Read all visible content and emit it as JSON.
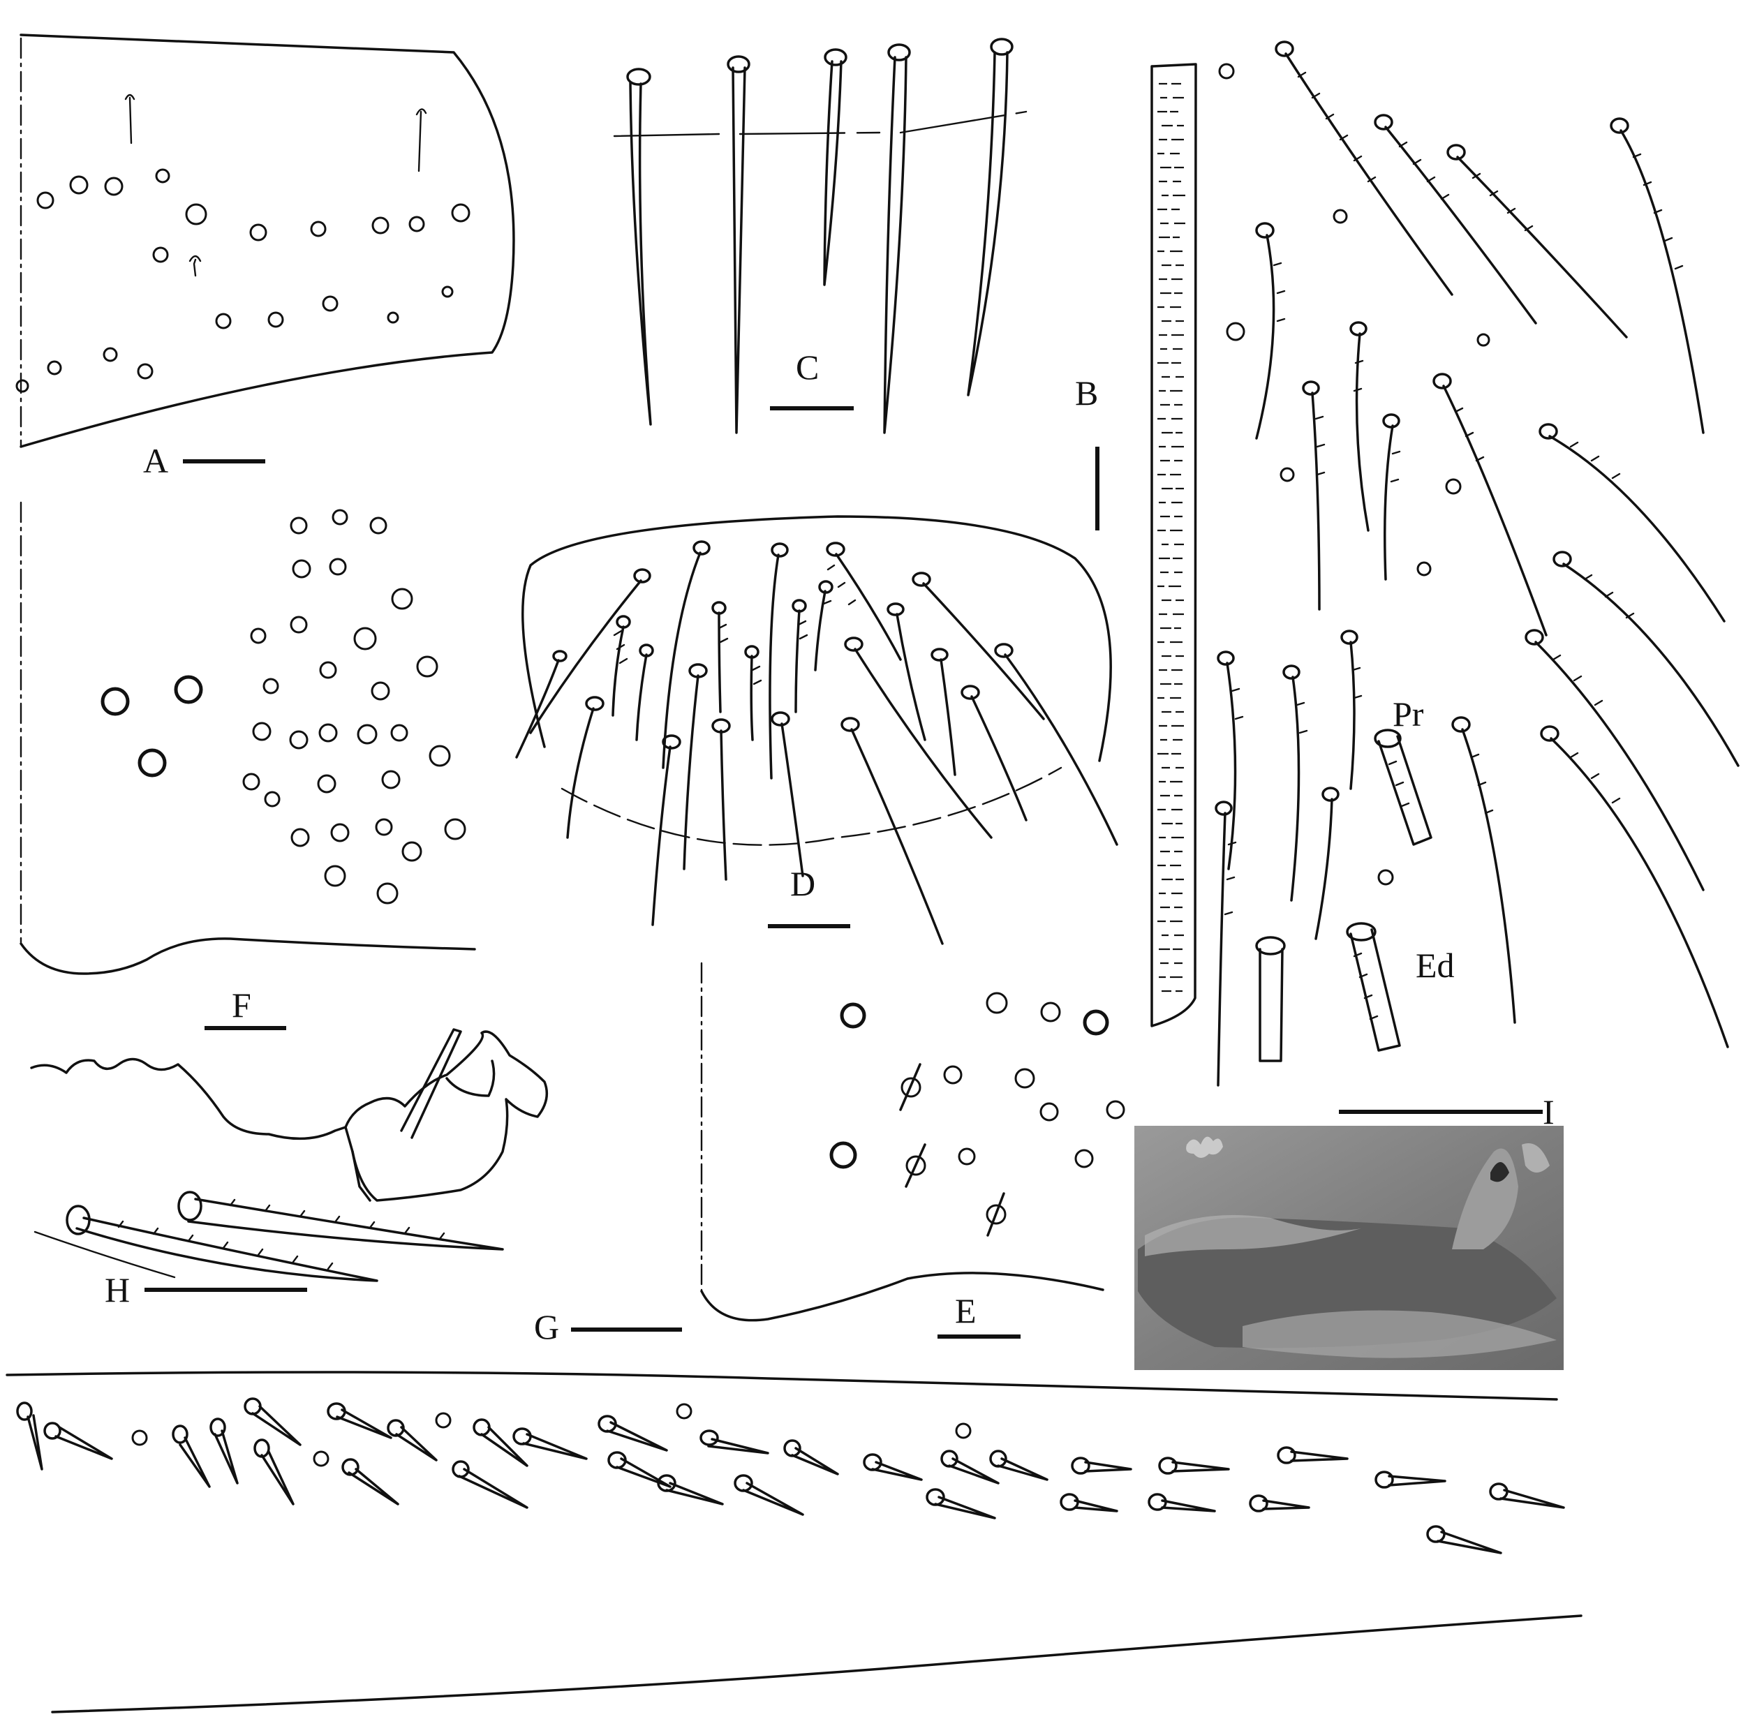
{
  "figure": {
    "panels": [
      {
        "id": "A",
        "label": "A"
      },
      {
        "id": "B",
        "label": "B"
      },
      {
        "id": "C",
        "label": "C"
      },
      {
        "id": "D",
        "label": "D"
      },
      {
        "id": "E",
        "label": "E"
      },
      {
        "id": "F",
        "label": "F"
      },
      {
        "id": "G",
        "label": "G"
      },
      {
        "id": "H",
        "label": "H"
      },
      {
        "id": "I",
        "label": "I"
      }
    ],
    "annotations": {
      "pr": "Pr",
      "ed": "Ed"
    },
    "colors": {
      "ink": "#111111",
      "background": "#ffffff",
      "sem_background": "#8a8a8a"
    }
  }
}
